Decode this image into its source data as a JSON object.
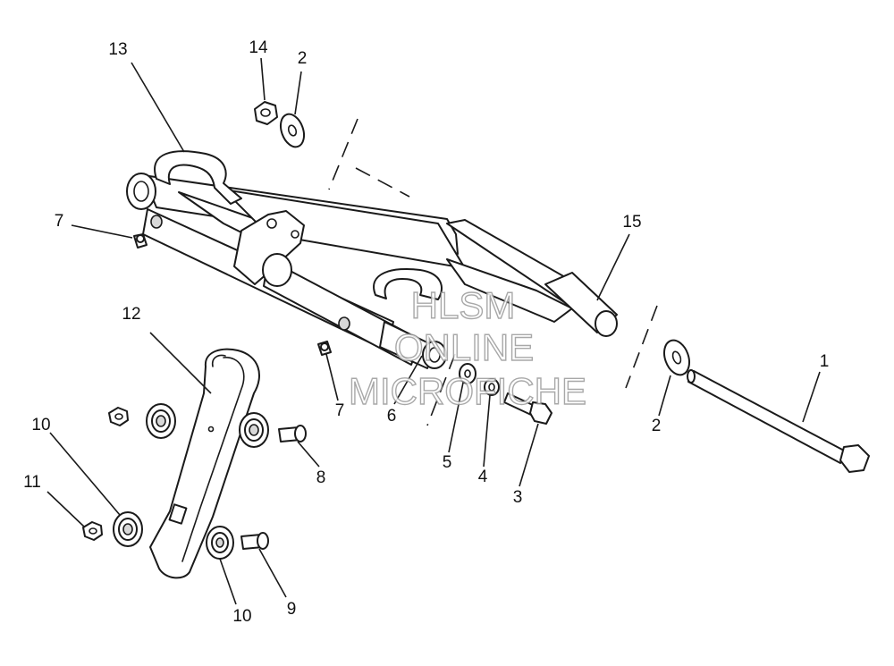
{
  "diagram": {
    "callouts": {
      "c1": "1",
      "c2a": "2",
      "c2b": "2",
      "c3": "3",
      "c4": "4",
      "c5": "5",
      "c6": "6",
      "c7a": "7",
      "c7b": "7",
      "c8": "8",
      "c9": "9",
      "c10a": "10",
      "c10b": "10",
      "c11": "11",
      "c12": "12",
      "c13": "13",
      "c14": "14",
      "c15": "15"
    },
    "watermark": {
      "line1": "HLSM",
      "line2": "ONLINE",
      "line3": "MICROFICHE"
    }
  }
}
